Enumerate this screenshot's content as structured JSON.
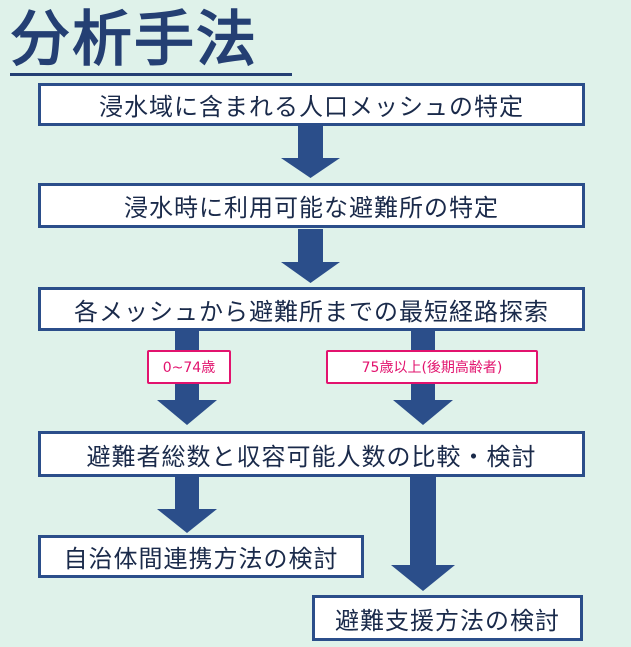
{
  "title": "分析手法",
  "steps": [
    "浸水域に含まれる人口メッシュの特定",
    "浸水時に利用可能な避難所の特定",
    "各メッシュから避難所までの最短経路探索",
    "避難者総数と収容可能人数の比較・検討",
    "自治体間連携方法の検討",
    "避難支援方法の検討"
  ],
  "tags": {
    "young": "0~74歳",
    "elderly": "75歳以上(後期高齢者)"
  },
  "colors": {
    "background": "#dff2ea",
    "box_border": "#2b4e8a",
    "arrow": "#2b4e8a",
    "title": "#243f73",
    "tag": "#e2136e"
  }
}
